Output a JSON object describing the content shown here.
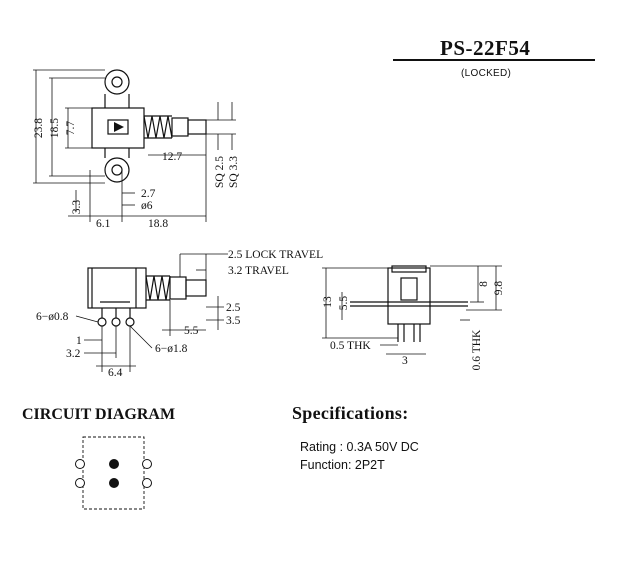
{
  "header": {
    "title": "PS-22F54",
    "subtitle": "(LOCKED)"
  },
  "dimensions": {
    "h_23_8": "23.8",
    "h_18_5": "18.5",
    "h_7_7": "7.7",
    "d_12_7": "12.7",
    "sq_2_5": "SQ 2.5",
    "sq_3_3": "SQ 3.3",
    "d_2_7": "2.7",
    "d_phi6": "ø6",
    "d_3_3": "3.3",
    "d_6_1": "6.1",
    "d_18_8": "18.8",
    "lock_travel": "2.5  LOCK TRAVEL",
    "travel": "3.2  TRAVEL",
    "side_2_5": "2.5",
    "side_3_5": "3.5",
    "side_5_5": "5.5",
    "holes_0_8": "6−ø0.8",
    "holes_1_8": "6−ø1.8",
    "d_1": "1",
    "d_3_2": "3.2",
    "d_6_4": "6.4",
    "end_13": "13",
    "end_5_5": "5.5",
    "end_8": "8",
    "end_9_8": "9.8",
    "thk_0_5": "0.5 THK",
    "thk_3": "3",
    "thk_0_6": "0.6 THK"
  },
  "circuit": {
    "title": "CIRCUIT DIAGRAM"
  },
  "specifications": {
    "title": "Specifications:",
    "rating": "Rating : 0.3A 50V DC",
    "function": "Function: 2P2T"
  }
}
